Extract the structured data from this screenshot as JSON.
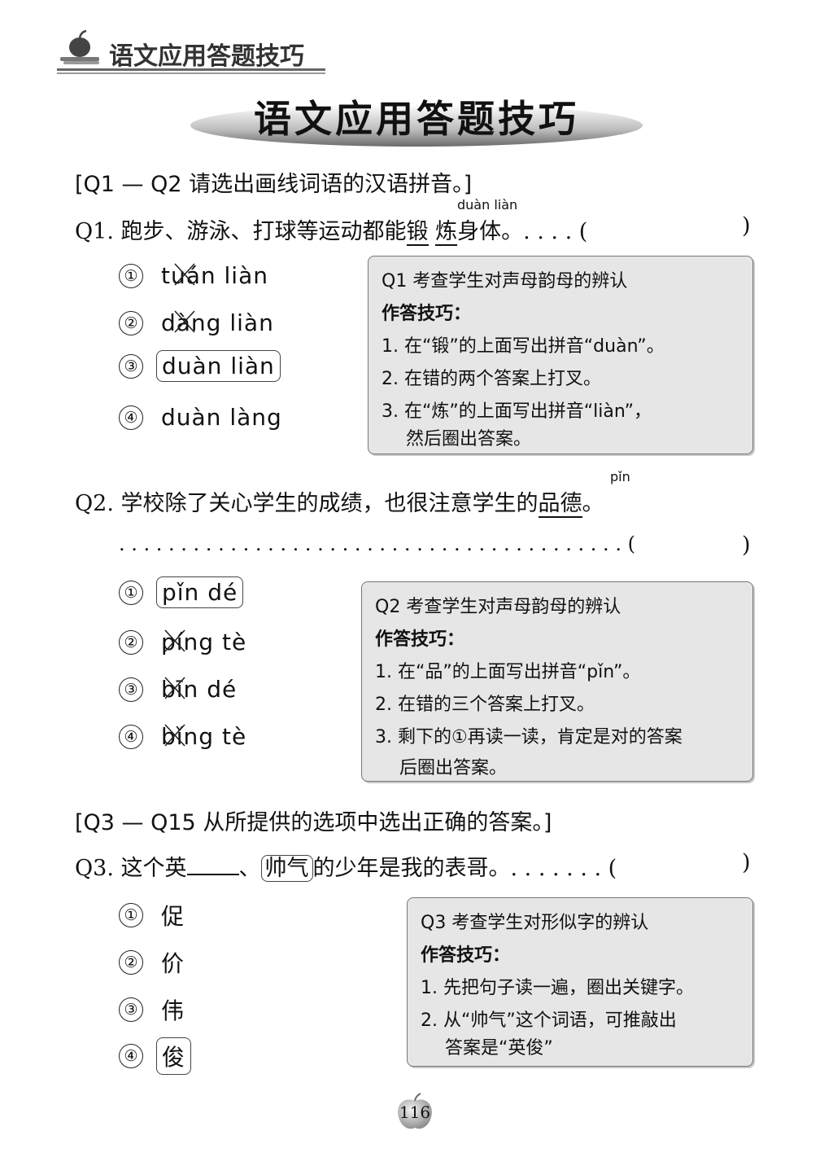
{
  "header": {
    "title": "语文应用答题技巧"
  },
  "banner": {
    "title": "语文应用答题技巧"
  },
  "section1": {
    "title": "[Q1 — Q2 请选出画线词语的汉语拼音。]"
  },
  "q1": {
    "number": "Q1.",
    "pre": "跑步、游泳、打球等运动都能",
    "word1": "锻",
    "word2": "炼",
    "post": "身体。. . . . (",
    "close": ")",
    "pinyin_note": "duàn liàn",
    "options": [
      {
        "num": "①",
        "text": "tuán liàn"
      },
      {
        "num": "②",
        "text": "dàng liàn"
      },
      {
        "num": "③",
        "text": "duàn liàn"
      },
      {
        "num": "④",
        "text": "duàn làng"
      }
    ],
    "tip": {
      "title": "Q1 考查学生对声母韵母的辨认",
      "subtitle": "作答技巧：",
      "lines": [
        "1. 在“锻”的上面写出拼音“duàn”。",
        "2. 在错的两个答案上打叉。",
        "3. 在“炼”的上面写出拼音“liàn”，",
        "然后圈出答案。"
      ]
    }
  },
  "q2": {
    "number": "Q2.",
    "pre": "学校除了关心学生的成绩，也很注意学生的",
    "word": "品德",
    "post": "。",
    "pinyin_note": "pǐn",
    "dots": ". . . . . . . . . . . . . . . . . . . . . . . . . . . . . . . . . . . . . . . . . (",
    "close": ")",
    "options": [
      {
        "num": "①",
        "text": "pǐn dé"
      },
      {
        "num": "②",
        "text": "píng tè"
      },
      {
        "num": "③",
        "text": "bīn dé"
      },
      {
        "num": "④",
        "text": "bǐng tè"
      }
    ],
    "tip": {
      "title": "Q2 考查学生对声母韵母的辨认",
      "subtitle": "作答技巧：",
      "lines": [
        "1. 在“品”的上面写出拼音“pǐn”。",
        "2. 在错的三个答案上打叉。",
        "3. 剩下的①再读一读，肯定是对的答案",
        "后圈出答案。"
      ]
    }
  },
  "section2": {
    "title": "[Q3 — Q15 从所提供的选项中选出正确的答案。]"
  },
  "q3": {
    "number": "Q3.",
    "pre": "这个英",
    "mid": "、",
    "word": "帅气",
    "post": "的少年是我的表哥。. . . . . . . (",
    "close": ")",
    "options": [
      {
        "num": "①",
        "text": "促"
      },
      {
        "num": "②",
        "text": "价"
      },
      {
        "num": "③",
        "text": "伟"
      },
      {
        "num": "④",
        "text": "俊"
      }
    ],
    "tip": {
      "title": "Q3 考查学生对形似字的辨认",
      "subtitle": "作答技巧：",
      "lines": [
        "1. 先把句子读一遍，圈出关键字。",
        "2. 从“帅气”这个词语，可推敲出",
        "答案是“英俊”"
      ]
    }
  },
  "page": {
    "number": "116"
  }
}
